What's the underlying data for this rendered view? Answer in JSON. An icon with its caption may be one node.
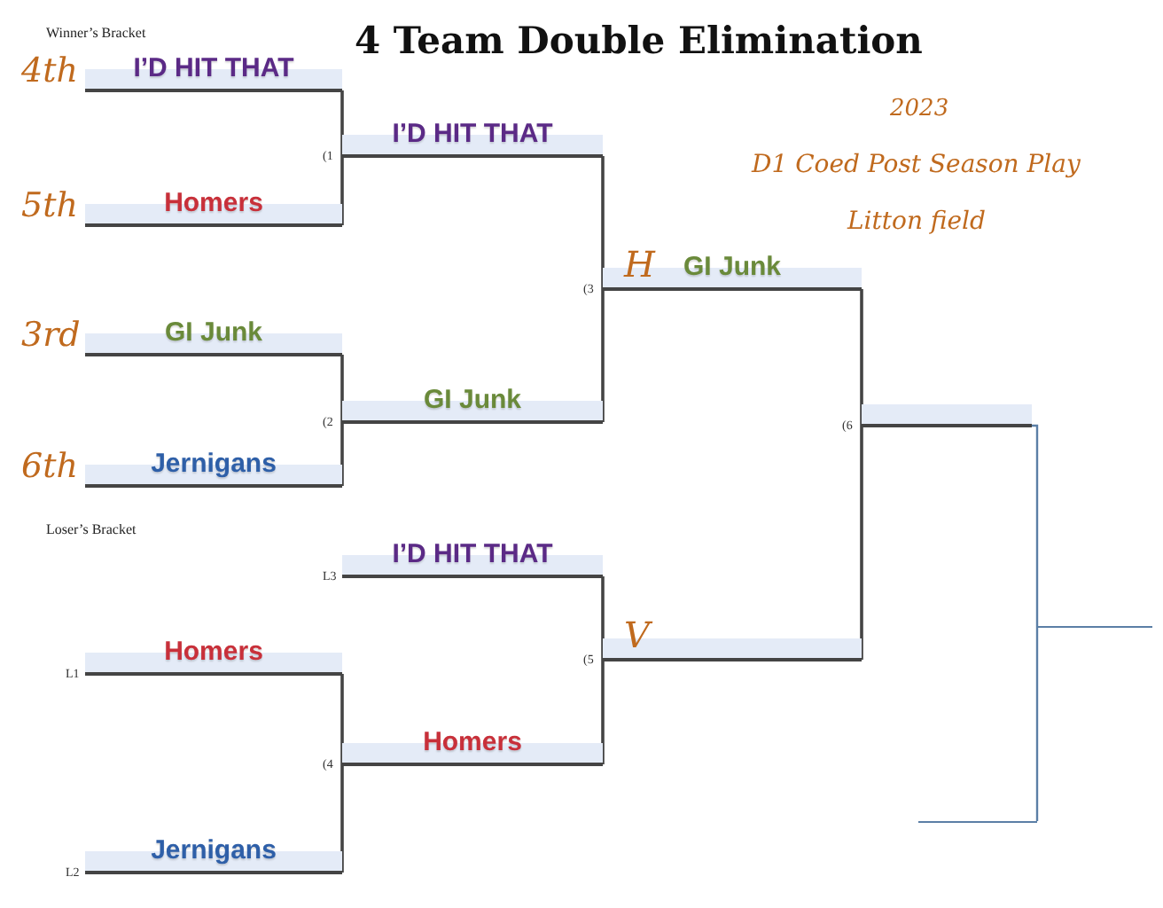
{
  "diagram": {
    "title": "4 Team Double Elimination",
    "nodes": [
      {
        "text": [
          "I’D HIT THAT"
        ],
        "beside": [
          "4th"
        ]
      },
      {
        "text": [
          "Homers"
        ],
        "beside": [
          "5th"
        ]
      },
      {
        "text": [
          "GI Junk"
        ],
        "beside": [
          "3rd"
        ]
      },
      {
        "text": [
          "Jernigans"
        ],
        "beside": [
          "6th"
        ]
      },
      {
        "text": [
          "I’D HIT THAT"
        ],
        "beside": [
          "(1"
        ]
      },
      {
        "text": [
          "GI Junk"
        ],
        "beside": [
          "(2"
        ]
      },
      {
        "text": [
          "H",
          "GI Junk"
        ],
        "beside": [
          "(3"
        ]
      },
      {
        "text": [],
        "shape": "bar",
        "beside": [
          "(6"
        ]
      },
      {
        "text": [
          "I’D HIT THAT"
        ],
        "beside": [
          "L3"
        ]
      },
      {
        "text": [
          "Homers"
        ],
        "beside": [
          "L1"
        ]
      },
      {
        "text": [
          "Jernigans"
        ],
        "beside": [
          "L2"
        ]
      },
      {
        "text": [
          "Homers"
        ],
        "beside": [
          "(4"
        ]
      },
      {
        "text": [
          "V"
        ],
        "beside": [
          "(5"
        ]
      },
      {
        "text": [],
        "shape": "bar"
      },
      {
        "text": [],
        "shape": "bar"
      }
    ],
    "edges": [
      {
        "from": 0,
        "to": 4,
        "arrow": "none"
      },
      {
        "from": 1,
        "to": 4,
        "arrow": "none"
      },
      {
        "from": 2,
        "to": 5,
        "arrow": "none"
      },
      {
        "from": 3,
        "to": 5,
        "arrow": "none"
      },
      {
        "from": 4,
        "to": 6,
        "arrow": "none"
      },
      {
        "from": 5,
        "to": 6,
        "arrow": "none"
      },
      {
        "from": 8,
        "to": 12,
        "arrow": "none"
      },
      {
        "from": 9,
        "to": 11,
        "arrow": "none"
      },
      {
        "from": 10,
        "to": 11,
        "arrow": "none"
      },
      {
        "from": 11,
        "to": 12,
        "arrow": "none"
      },
      {
        "from": 6,
        "to": 7,
        "arrow": "none"
      },
      {
        "from": 12,
        "to": 7,
        "arrow": "none"
      },
      {
        "from": 7,
        "to": 14,
        "arrow": "none",
        "color": "#5b7fa6"
      },
      {
        "from": 13,
        "to": 14,
        "arrow": "none",
        "color": "#5b7fa6"
      }
    ],
    "labels": [
      "Winner’s Bracket",
      "2023",
      "D1 Coed Post Season Play",
      "Litton field",
      "Loser’s Bracket"
    ]
  }
}
